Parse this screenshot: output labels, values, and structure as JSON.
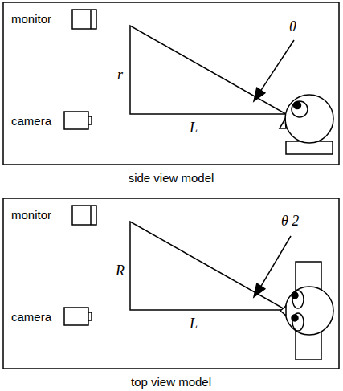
{
  "diagram": {
    "labels": [
      "monitor",
      "θ",
      "r",
      "camera",
      "L",
      "side view model",
      "monitor",
      "θ 2",
      "R",
      "camera",
      "L",
      "top view model"
    ]
  }
}
